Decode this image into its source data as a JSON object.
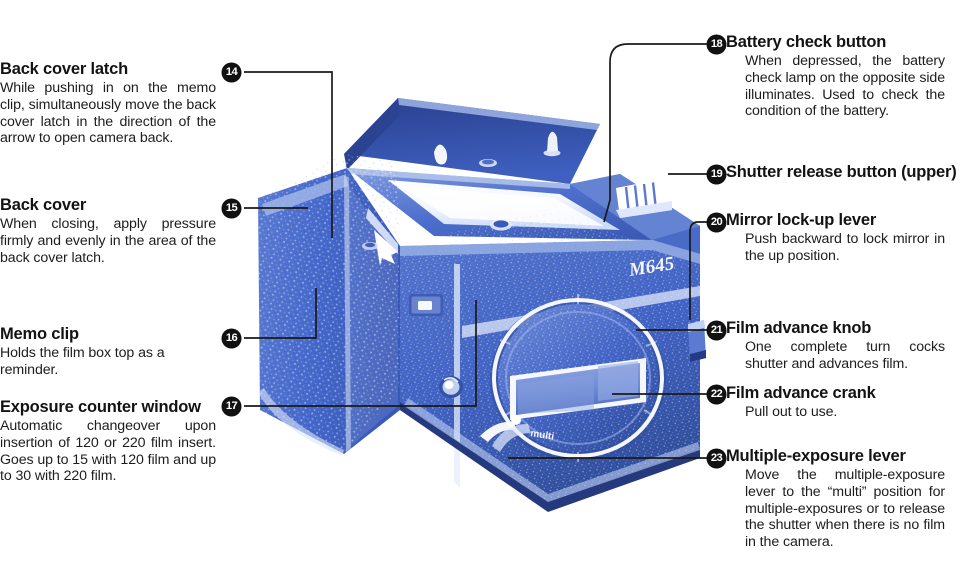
{
  "document": {
    "type": "camera-manual-parts-diagram",
    "subject": "Mamiya M645 medium format camera",
    "body_text_on_camera": "M645",
    "lever_marking": "multi",
    "colors": {
      "camera_blue": "#3f63c6",
      "camera_blue_dark": "#2c4aa8",
      "camera_blue_light": "#7d98dd",
      "highlight": "#ffffff",
      "badge_fill": "#111111",
      "leader_line": "#1a1a1a",
      "text": "#1a1a1a",
      "background": "#ffffff"
    }
  },
  "left_column": [
    {
      "number": "14",
      "title": "Back cover latch",
      "body": "While pushing in on the memo clip, simultaneously move the back cover latch in the direction of the arrow to open camera back."
    },
    {
      "number": "15",
      "title": "Back cover",
      "body": "When closing, apply pressure firmly and evenly in the area of the back cover latch."
    },
    {
      "number": "16",
      "title": "Memo clip",
      "body": "Holds the film box top as a reminder."
    },
    {
      "number": "17",
      "title": "Exposure counter window",
      "body": "Automatic changeover upon insertion of 120 or 220 film insert. Goes up to 15 with 120 film and up to 30 with 220 film."
    }
  ],
  "right_column": [
    {
      "number": "18",
      "title": "Battery check button",
      "body": "When depressed, the battery check lamp on the opposite side illuminates. Used to check the condition of the battery."
    },
    {
      "number": "19",
      "title": "Shutter release button (upper)",
      "body": ""
    },
    {
      "number": "20",
      "title": "Mirror lock-up lever",
      "body": "Push backward to lock mirror in the up position."
    },
    {
      "number": "21",
      "title": "Film advance knob",
      "body": "One complete turn cocks shutter and advances film."
    },
    {
      "number": "22",
      "title": "Film advance crank",
      "body": "Pull out to use."
    },
    {
      "number": "23",
      "title": "Multiple-exposure lever",
      "body": "Move the multiple-exposure lever to the “multi” position for multiple-exposures or to release the shutter when there is no film in the camera."
    }
  ]
}
